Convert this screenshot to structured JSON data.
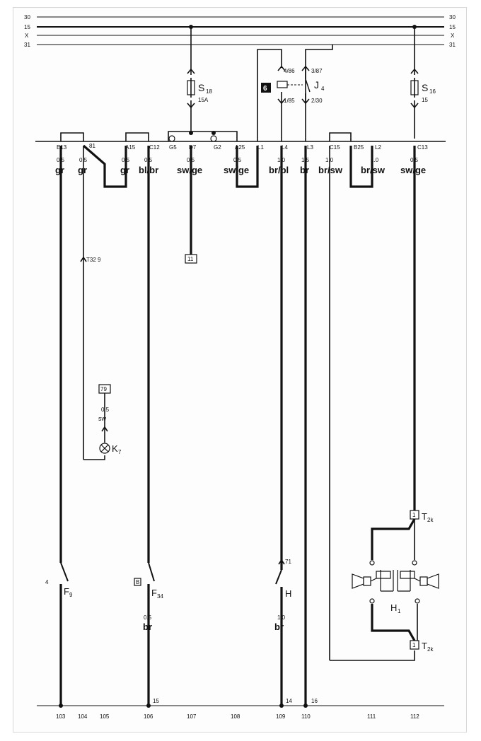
{
  "bus_lines": [
    {
      "left": "30",
      "right": "30"
    },
    {
      "left": "15",
      "right": "15"
    },
    {
      "left": "X",
      "right": "X"
    },
    {
      "left": "31",
      "right": "31"
    }
  ],
  "fuses": [
    {
      "label": "S",
      "sub": "18",
      "rating": "15A"
    },
    {
      "label": "S",
      "sub": "16",
      "rating": "15"
    }
  ],
  "relay": {
    "label": "J",
    "sub": "4",
    "box": "6",
    "pins": [
      "4/86",
      "3/87",
      "1/85",
      "2/30"
    ]
  },
  "pins": [
    "E13",
    "81",
    "A15",
    "C12",
    "G5",
    "D7",
    "G2",
    "A25",
    "L1",
    "L4",
    "L3",
    "C15",
    "B25",
    "L2",
    "C13"
  ],
  "wires": [
    {
      "gauge": "0.5",
      "color": "gr"
    },
    {
      "gauge": "0.5",
      "color": "gr"
    },
    {
      "gauge": "0.5",
      "color": "gr"
    },
    {
      "gauge": "0.5",
      "color": "bl/br"
    },
    {
      "gauge": "0.5",
      "color": "sw/ge"
    },
    {
      "gauge": "0.5",
      "color": "sw/ge"
    },
    {
      "gauge": "1.0",
      "color": "br/bl"
    },
    {
      "gauge": "1.5",
      "color": "br"
    },
    {
      "gauge": "1.0",
      "color": "br/sw"
    },
    {
      "gauge": "1.0",
      "color": "br/sw"
    },
    {
      "gauge": "0.5",
      "color": "sw/ge"
    }
  ],
  "ground_box": "11",
  "connector_t32": "T32 9",
  "k7": {
    "box": "79",
    "gauge": "0.5",
    "color": "sw",
    "label": "K",
    "sub": "7"
  },
  "switches": [
    {
      "label": "F",
      "sub": "9",
      "mark": "4"
    },
    {
      "label": "F",
      "sub": "34",
      "mark": "B",
      "gauge": "0.5",
      "color": "br"
    },
    {
      "label": "H",
      "sub": "",
      "mark": "71",
      "gauge": "1.0",
      "color": "br"
    }
  ],
  "horn": {
    "label": "H",
    "sub": "1",
    "connector": "T",
    "connector_sub": "2k",
    "connector_box": "1"
  },
  "bottom_marks": [
    "15",
    "14",
    "16"
  ],
  "columns": [
    "103",
    "104",
    "105",
    "106",
    "107",
    "108",
    "109",
    "110",
    "111",
    "112"
  ]
}
